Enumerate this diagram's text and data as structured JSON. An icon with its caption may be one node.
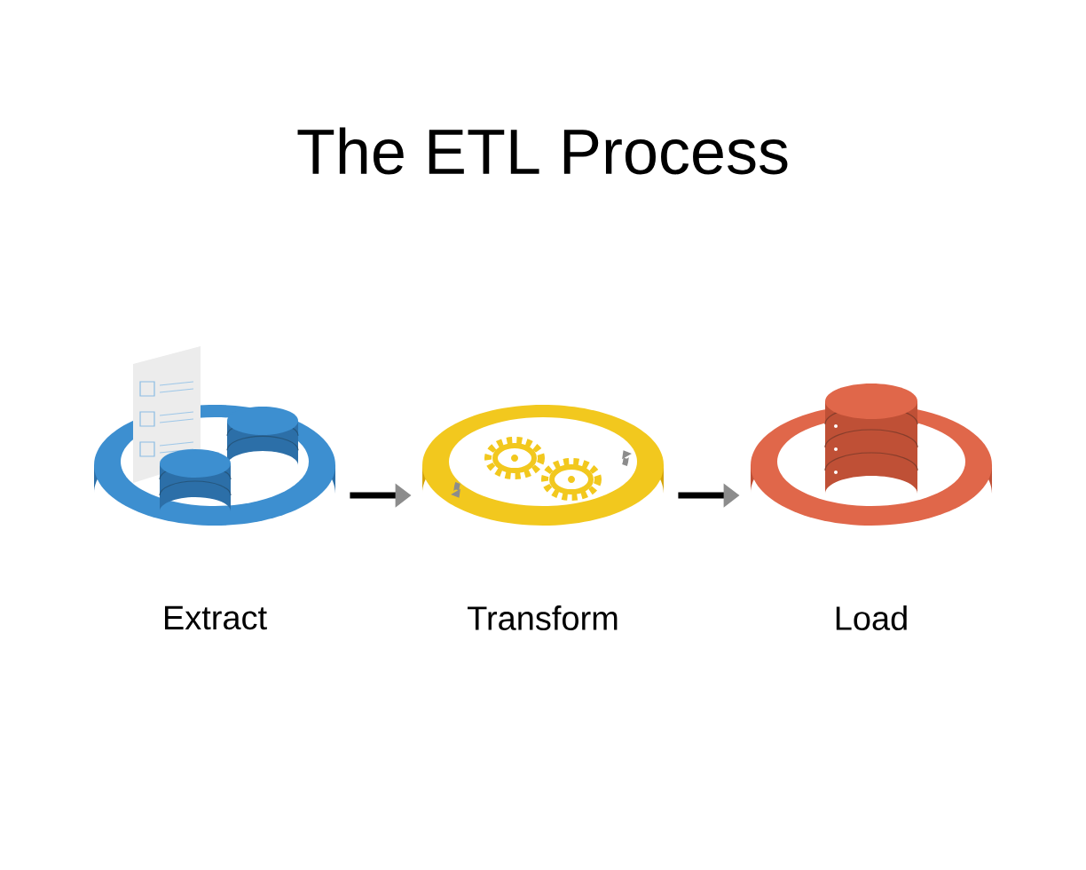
{
  "diagram": {
    "title": "The ETL Process",
    "nodes": [
      {
        "text": [
          "Extract"
        ]
      },
      {
        "text": [
          "Transform"
        ]
      },
      {
        "text": [
          "Load"
        ]
      }
    ],
    "edges": [
      {
        "from": 0,
        "to": 1,
        "arrow": "to"
      },
      {
        "from": 1,
        "to": 2,
        "arrow": "to"
      }
    ]
  }
}
